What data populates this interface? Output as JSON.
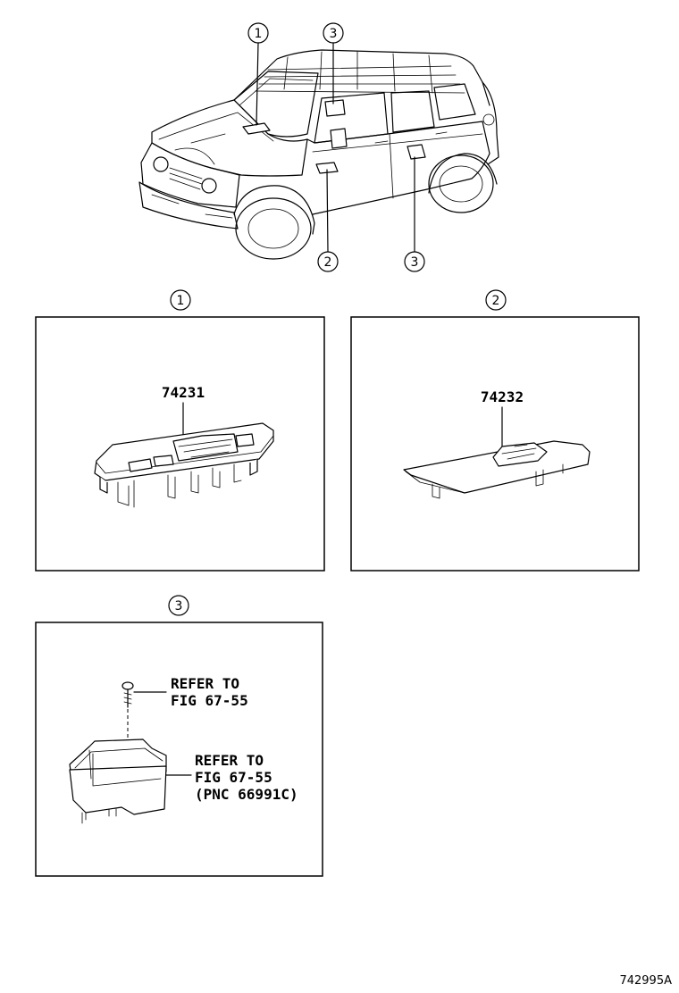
{
  "callouts": {
    "car_1": "1",
    "car_2": "2",
    "car_3_roof": "3",
    "car_3_rear": "3",
    "panel_1": "1",
    "panel_2": "2",
    "panel_3": "3"
  },
  "panel_1": {
    "part_number": "74231"
  },
  "panel_2": {
    "part_number": "74232"
  },
  "panel_3": {
    "screw_ref_line1": "REFER TO",
    "screw_ref_line2": "FIG 67-55",
    "cup_ref_line1": "REFER TO",
    "cup_ref_line2": "FIG 67-55",
    "cup_ref_line3": "(PNC 66991C)"
  },
  "illustration_code": "742995A"
}
